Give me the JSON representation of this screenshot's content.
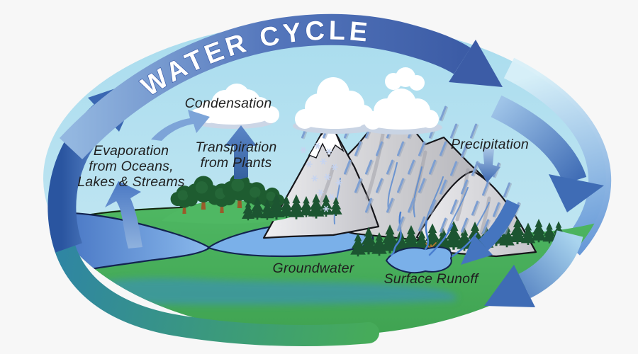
{
  "title": "WATER CYCLE",
  "labels": {
    "condensation": "Condensation",
    "transpiration_line1": "Transpiration",
    "transpiration_line2": "from Plants",
    "evaporation_line1": "Evaporation",
    "evaporation_line2": "from Oceans,",
    "evaporation_line3": "Lakes & Streams",
    "precipitation": "Precipitation",
    "groundwater": "Groundwater",
    "surface_runoff": "Surface Runoff"
  },
  "colors": {
    "background": "#f7f7f7",
    "sky": "#a9dcee",
    "title_band_light": "#93b7e0",
    "title_band_dark": "#3c5ca6",
    "arrow_blue_dark": "#2a55a0",
    "arrow_blue_mid": "#4a7ac2",
    "arrow_blue_light": "#7da4d8",
    "land_green": "#4cb45f",
    "sea_blue": "#3e6cbe",
    "lake_blue": "#7ab0e9",
    "groundwater_teal": "#3d95a8",
    "bottom_band_teal": "#2f86a2",
    "mountain_gray": "#d9d9dc",
    "conifer_green": "#1c5531",
    "cloud_white": "#ffffff",
    "rain_blue": "#7d9fd2",
    "label_text": "#1f1f1f"
  }
}
